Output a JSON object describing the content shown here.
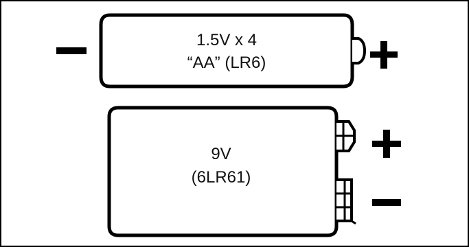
{
  "aa_battery": {
    "line1": "1.5V x 4",
    "line2": "“AA” (LR6)",
    "minus": "−",
    "plus": "+"
  },
  "nine_volt_battery": {
    "line1": "9V",
    "line2": "(6LR61)",
    "plus": "+",
    "minus": "−"
  },
  "colors": {
    "stroke": "#000000",
    "background": "#ffffff",
    "text": "#111111"
  }
}
